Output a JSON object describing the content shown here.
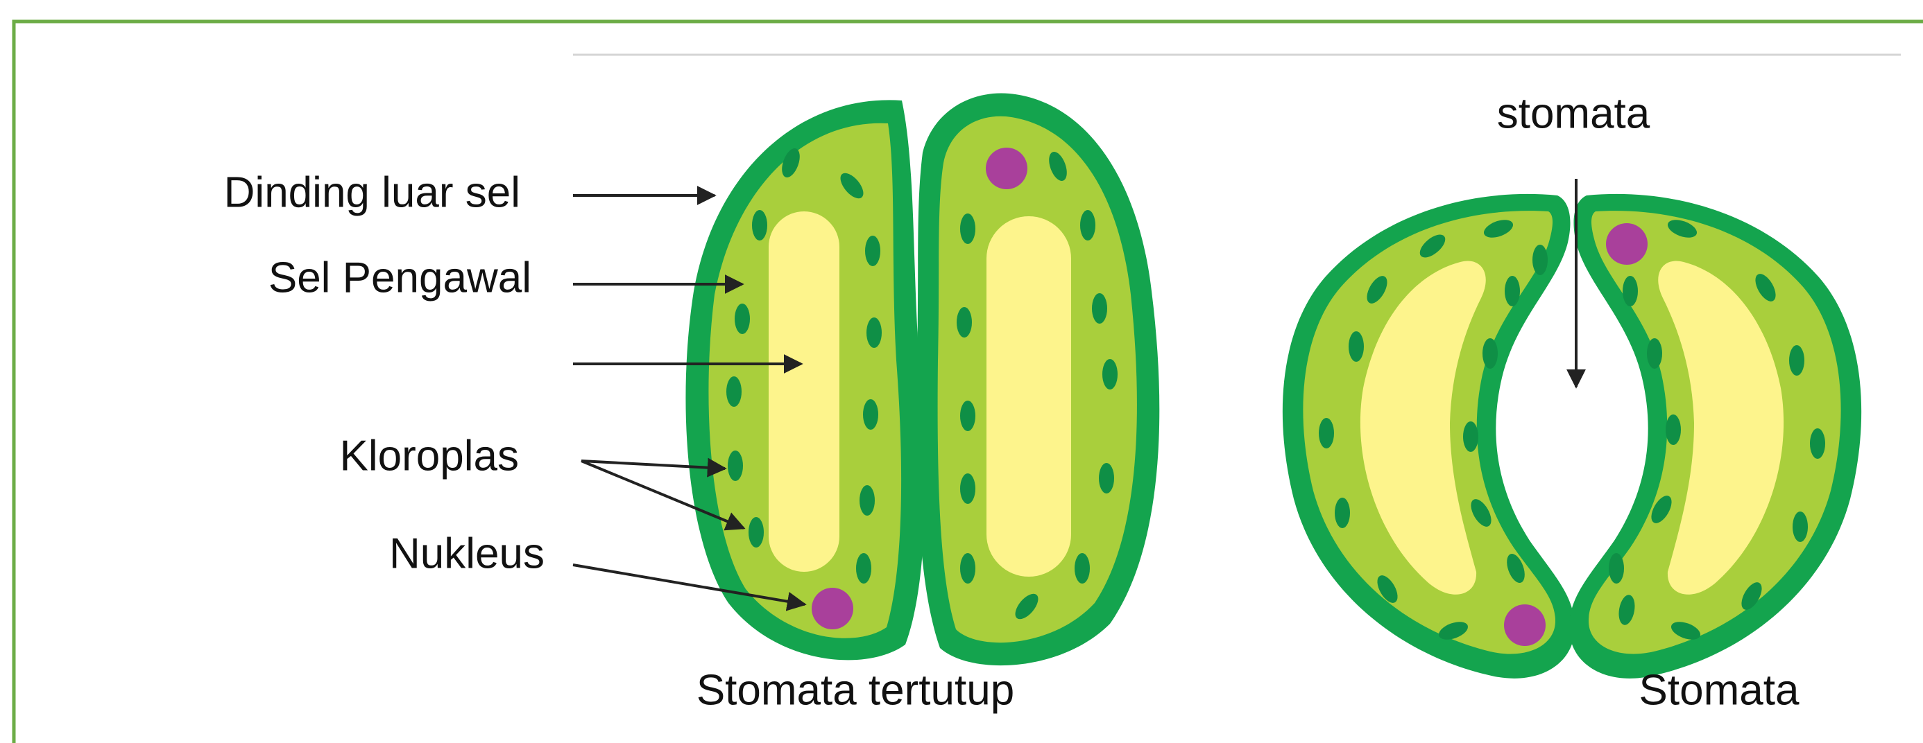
{
  "colors": {
    "frame": "#6cac46",
    "wall": "#14a44e",
    "cytoplasm": "#a9cf3c",
    "vacuole": "#fdf48c",
    "chloroplast": "#0f8f46",
    "nucleus": "#a9409b",
    "arrow": "#222222",
    "divider": "#d4d4d4"
  },
  "labels": {
    "outer_wall": "Dinding luar sel",
    "guard_cell": "Sel Pengawal",
    "chloroplast": "Kloroplas",
    "nucleus": "Nukleus",
    "stoma_pore": "stomata",
    "closed_caption": "Stomata tertutup",
    "open_caption": "Stomata"
  },
  "icons": [
    "arrow-icon"
  ]
}
